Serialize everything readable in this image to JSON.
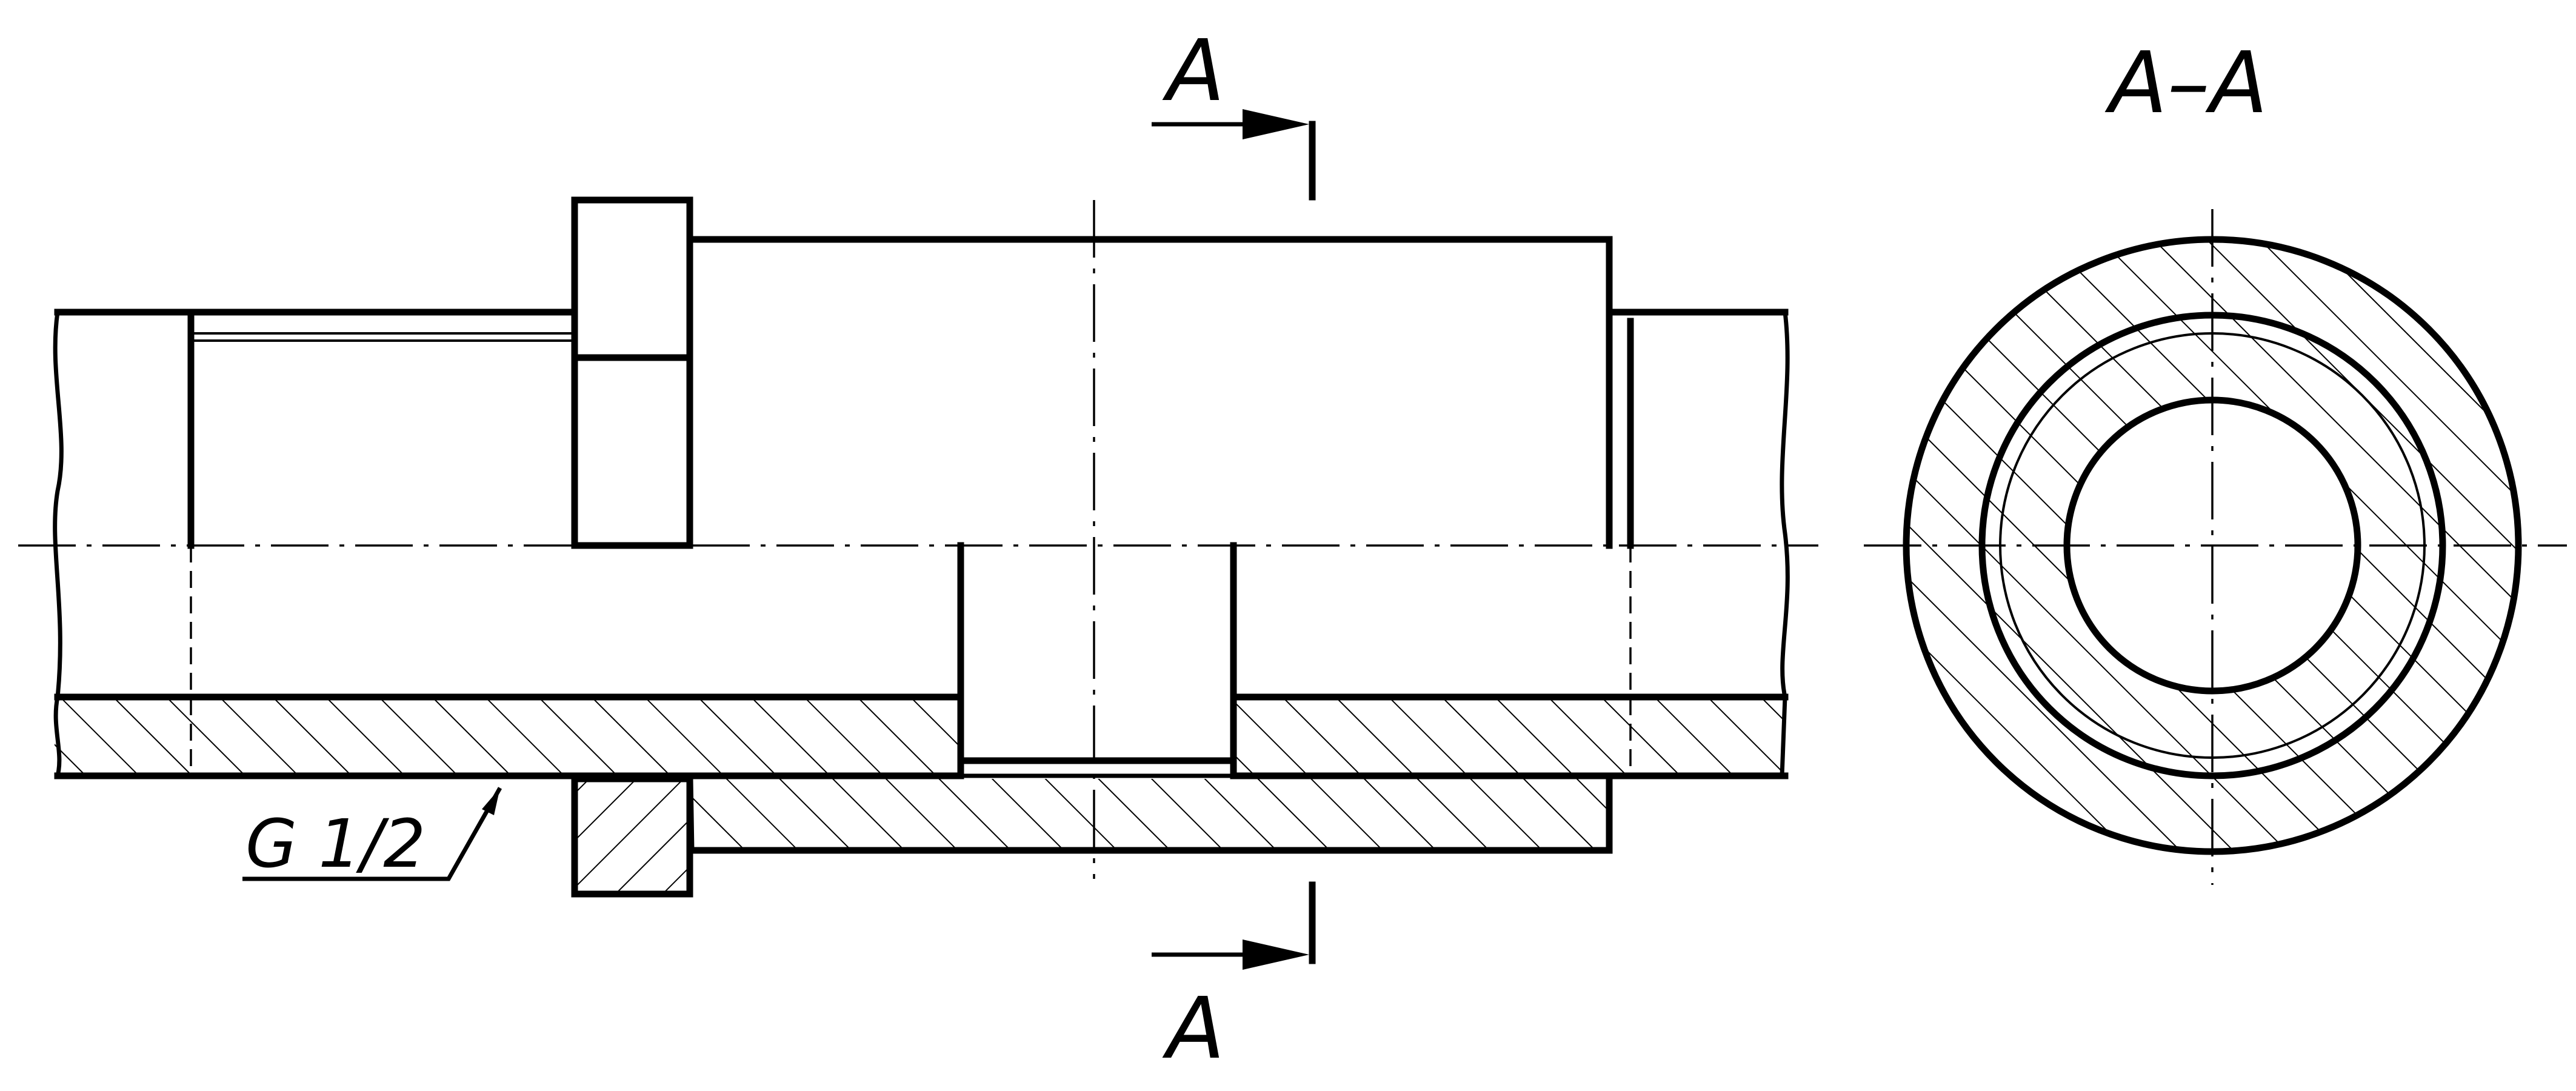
{
  "labels": {
    "section_mark_top": "A",
    "section_mark_bottom": "A",
    "section_title": "A–A",
    "thread_callout": "G 1/2"
  },
  "colors": {
    "line": "#000000",
    "background": "#ffffff"
  }
}
